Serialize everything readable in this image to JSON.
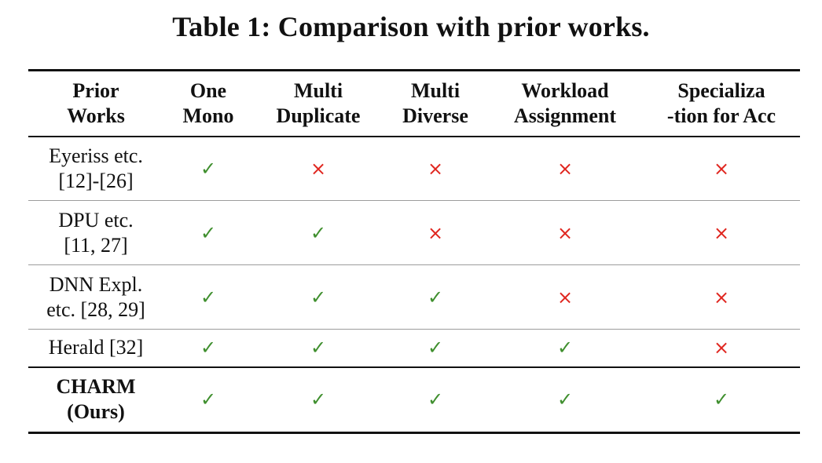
{
  "caption": "Table 1: Comparison with prior works.",
  "table": {
    "headers": [
      [
        "Prior",
        "Works"
      ],
      [
        "One",
        "Mono"
      ],
      [
        "Multi",
        "Duplicate"
      ],
      [
        "Multi",
        "Diverse"
      ],
      [
        "Workload",
        "Assignment"
      ],
      [
        "Specializa",
        "-tion for Acc"
      ]
    ],
    "rows": [
      {
        "work": [
          "Eyeriss etc.",
          "[12]-[26]"
        ],
        "marks": [
          "check",
          "cross",
          "cross",
          "cross",
          "cross"
        ]
      },
      {
        "work": [
          "DPU etc.",
          "[11, 27]"
        ],
        "marks": [
          "check",
          "check",
          "cross",
          "cross",
          "cross"
        ]
      },
      {
        "work": [
          "DNN Expl.",
          "etc. [28, 29]"
        ],
        "marks": [
          "check",
          "check",
          "check",
          "cross",
          "cross"
        ]
      },
      {
        "work": [
          "Herald [32]"
        ],
        "marks": [
          "check",
          "check",
          "check",
          "check",
          "cross"
        ]
      },
      {
        "work": [
          "CHARM",
          "(Ours)"
        ],
        "marks": [
          "check",
          "check",
          "check",
          "check",
          "check"
        ]
      }
    ]
  },
  "symbols": {
    "check": "✓",
    "cross": "×"
  },
  "colors": {
    "check": "#3f8f2e",
    "cross": "#e0261f",
    "rule": "#111111",
    "separator": "#9c9c9c"
  }
}
